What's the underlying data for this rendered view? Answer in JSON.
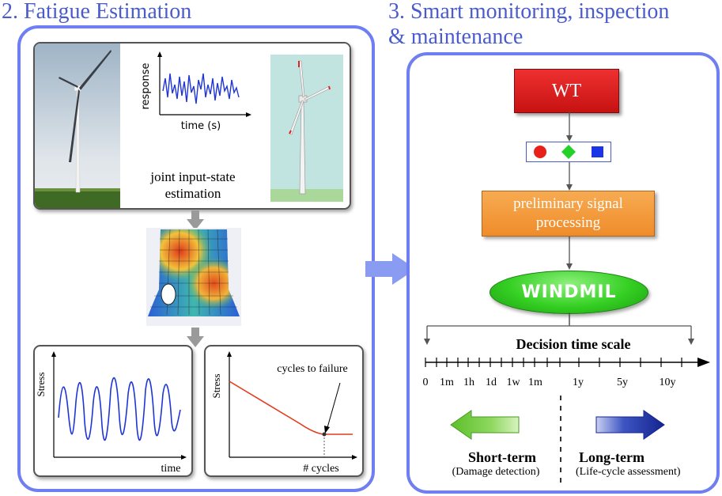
{
  "left": {
    "title": "2. Fatigue Estimation",
    "response_axis": "response",
    "time_axis": "time (s)",
    "estimation_line1": "joint input-state",
    "estimation_line2": "estimation",
    "stress_time_plot": {
      "ylabel": "Stress",
      "xlabel": "time"
    },
    "sn_plot": {
      "ylabel": "Stress",
      "xlabel": "# cycles",
      "annotation": "cycles to failure"
    }
  },
  "right": {
    "title_line1": "3. Smart monitoring, inspection",
    "title_line2": "& maintenance",
    "wt_box": "WT",
    "processing_line1": "preliminary signal",
    "processing_line2": "processing",
    "windmil": "WINDMIL",
    "decision_title": "Decision time scale",
    "ticks": [
      "0",
      "1m",
      "1h",
      "1d",
      "1w",
      "1m",
      "1y",
      "5y",
      "10y"
    ],
    "short_term": "Short-term",
    "short_term_sub": "(Damage detection)",
    "long_term": "Long-term",
    "long_term_sub": "(Life-cycle assessment)"
  },
  "colors": {
    "accent_blue": "#6f7ef0",
    "wt_red": "#e02020",
    "processing_orange": "#f39a3c",
    "windmil_green": "#2fc91f",
    "short_arrow_green": "#6cc93a",
    "long_arrow_blue": "#1a2fa8"
  },
  "icons": [
    "circle-red-icon",
    "diamond-green-icon",
    "square-blue-icon"
  ]
}
